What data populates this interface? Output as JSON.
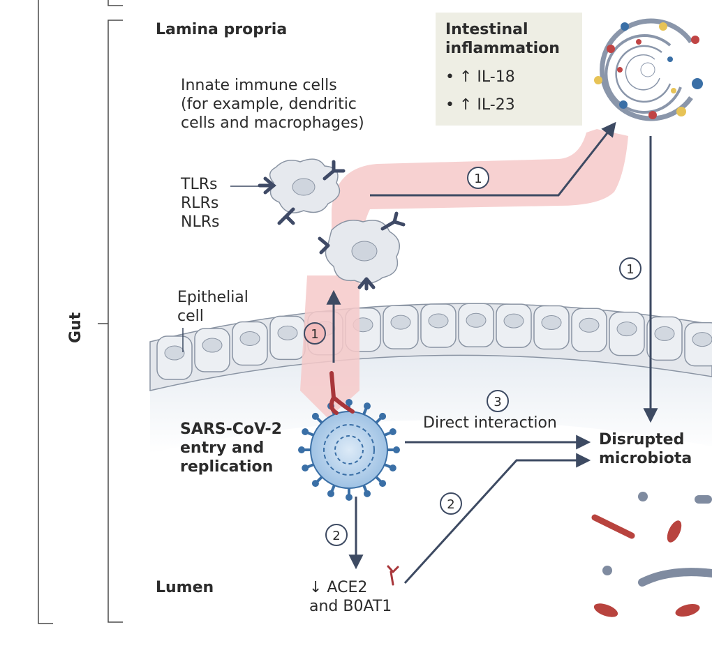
{
  "labels": {
    "lamina_propria": "Lamina propria",
    "gut": "Gut",
    "innate_immune": "Innate immune cells\n(for example, dendritic\ncells and macrophages)",
    "receptors": "TLRs\nRLRs\nNLRs",
    "epithelial": "Epithelial\ncell",
    "sars": "SARS-CoV-2\nentry and\nreplication",
    "lumen": "Lumen",
    "ace2": "↓ ACE2\nand B0AT1",
    "direct": "Direct interaction",
    "disrupted": "Disrupted\nmicrobiota"
  },
  "inflammation": {
    "title": "Intestinal\ninflammation",
    "items": [
      "• ↑ IL-18",
      "• ↑ IL-23"
    ]
  },
  "steps": {
    "s1a": "1",
    "s1b": "1",
    "s1c": "1",
    "s2a": "2",
    "s2b": "2",
    "s3": "3"
  },
  "colors": {
    "arrow": "#3d4a62",
    "pink": "#f6c9c9",
    "pink_circle": "#f3bcbc",
    "receptor": "#3f4a66",
    "ace2": "#a8363a",
    "virus_fill": "#b7d3ec",
    "virus_spike": "#3a6fa6",
    "cell_fill": "#e6e9ee",
    "cell_stroke": "#8a94a3",
    "bacteria_red": "#b8433e",
    "bacteria_grey": "#7f8ba0"
  }
}
